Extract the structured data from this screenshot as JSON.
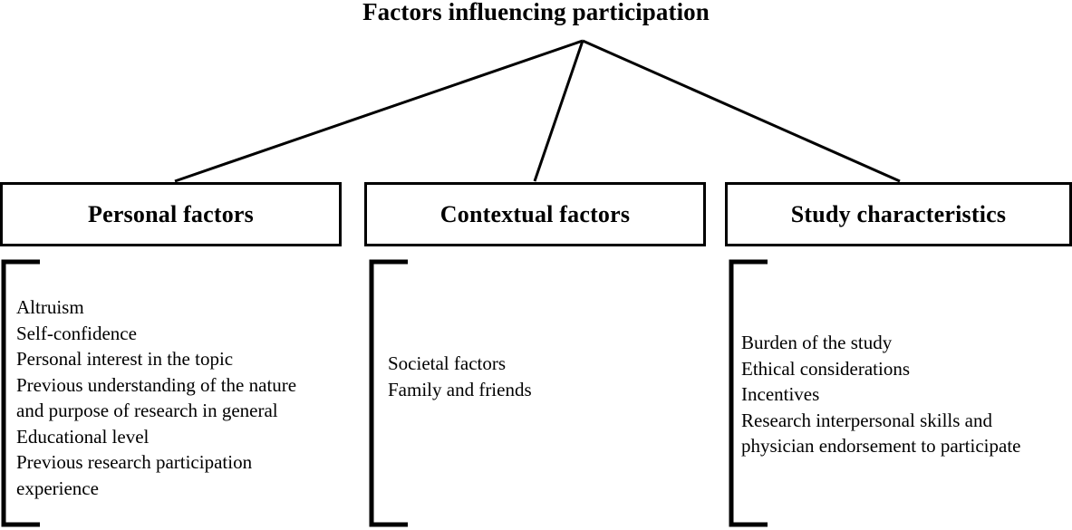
{
  "diagram": {
    "title": "Factors influencing participation",
    "type": "hierarchy-tree",
    "root_label": "Factors influencing participation",
    "line_color": "#000000",
    "box_border_color": "#000000",
    "background_color": "#ffffff",
    "text_color": "#000000",
    "branches": [
      {
        "id": "personal",
        "heading": "Personal factors",
        "items": [
          "Altruism",
          "Self-confidence",
          "Personal interest in the topic",
          "Previous understanding of the nature",
          "and purpose of research in general",
          "Educational level",
          "Previous research participation",
          "experience"
        ]
      },
      {
        "id": "contextual",
        "heading": "Contextual factors",
        "items": [
          "Societal factors",
          "Family and friends"
        ]
      },
      {
        "id": "study",
        "heading": "Study characteristics",
        "items": [
          "Burden of the study",
          "Ethical considerations",
          "Incentives",
          "Research interpersonal skills and",
          "physician endorsement to participate"
        ]
      }
    ]
  }
}
